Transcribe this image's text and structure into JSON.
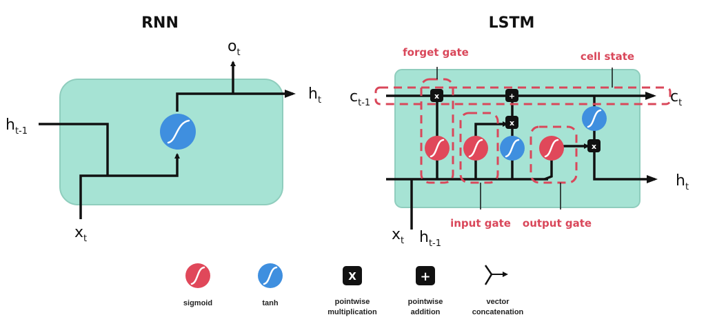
{
  "rnn": {
    "title": "RNN",
    "inputs": {
      "h_prev": "h",
      "h_prev_sub": "t-1",
      "x": "x",
      "x_sub": "t"
    },
    "outputs": {
      "o": "o",
      "o_sub": "t",
      "h": "h",
      "h_sub": "t"
    }
  },
  "lstm": {
    "title": "LSTM",
    "inputs": {
      "c_prev": "c",
      "c_prev_sub": "t-1",
      "x": "x",
      "x_sub": "t",
      "h_prev": "h",
      "h_prev_sub": "t-1"
    },
    "outputs": {
      "c": "c",
      "c_sub": "t",
      "h": "h",
      "h_sub": "t"
    },
    "annotations": {
      "forget_gate": "forget gate",
      "cell_state": "cell state",
      "input_gate": "input gate",
      "output_gate": "output gate"
    },
    "ops": {
      "mult": "x",
      "add": "+"
    }
  },
  "legend": {
    "items": [
      {
        "label": "sigmoid",
        "icon": "sigmoid-icon"
      },
      {
        "label": "tanh",
        "icon": "tanh-icon"
      },
      {
        "label": "pointwise",
        "label2": "multiplication",
        "icon": "multiply-icon",
        "glyph": "X"
      },
      {
        "label": "pointwise",
        "label2": "addition",
        "icon": "add-icon",
        "glyph": "+"
      },
      {
        "label": "vector",
        "label2": "concatenation",
        "icon": "concatenation-icon"
      }
    ]
  },
  "colors": {
    "sigmoid": "#e0485a",
    "tanh": "#3f8fdf",
    "cell": "#a6e3d4",
    "annotation": "#d9475a"
  }
}
